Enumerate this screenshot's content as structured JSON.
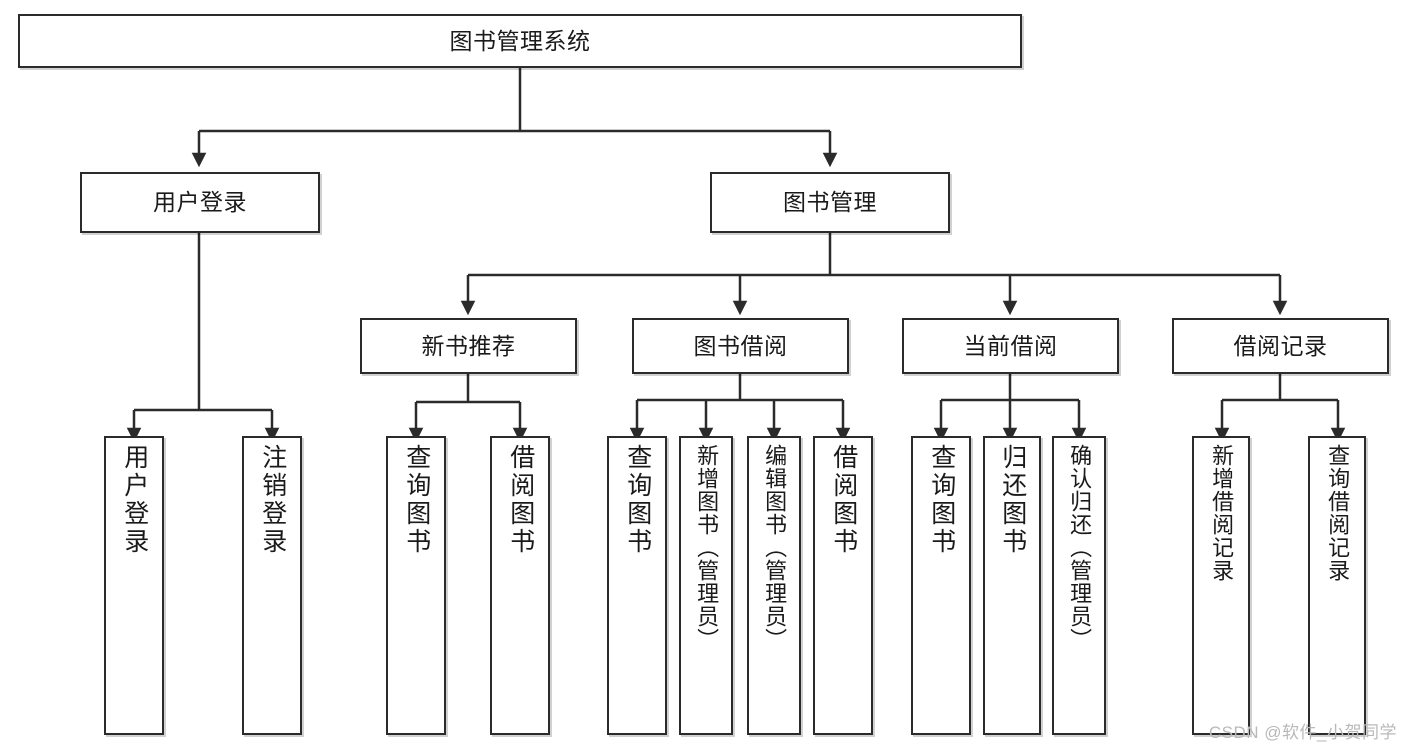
{
  "diagram": {
    "title": "图书管理系统",
    "type": "tree-hierarchy",
    "root": {
      "id": "root",
      "label": "图书管理系统",
      "orientation": "horizontal"
    },
    "level2": [
      {
        "id": "user-login",
        "label": "用户登录",
        "orientation": "horizontal"
      },
      {
        "id": "book-management",
        "label": "图书管理",
        "orientation": "horizontal"
      }
    ],
    "level3": [
      {
        "id": "new-book-recommend",
        "label": "新书推荐",
        "orientation": "horizontal",
        "parent": "book-management"
      },
      {
        "id": "book-borrow",
        "label": "图书借阅",
        "orientation": "horizontal",
        "parent": "book-management"
      },
      {
        "id": "current-borrow",
        "label": "当前借阅",
        "orientation": "horizontal",
        "parent": "book-management"
      },
      {
        "id": "borrow-record",
        "label": "借阅记录",
        "orientation": "horizontal",
        "parent": "book-management"
      }
    ],
    "leaves": [
      {
        "id": "leaf-user-login",
        "label": "用户登录",
        "parent": "user-login",
        "orientation": "vertical"
      },
      {
        "id": "leaf-logout-login",
        "label": "注销登录",
        "parent": "user-login",
        "orientation": "vertical"
      },
      {
        "id": "leaf-query-book-1",
        "label": "查询图书",
        "parent": "new-book-recommend",
        "orientation": "vertical"
      },
      {
        "id": "leaf-borrow-book-1",
        "label": "借阅图书",
        "parent": "new-book-recommend",
        "orientation": "vertical"
      },
      {
        "id": "leaf-query-book-2",
        "label": "查询图书",
        "parent": "book-borrow",
        "orientation": "vertical"
      },
      {
        "id": "leaf-add-book",
        "label": "新增图书（管理员）",
        "parent": "book-borrow",
        "orientation": "vertical"
      },
      {
        "id": "leaf-edit-book",
        "label": "编辑图书（管理员）",
        "parent": "book-borrow",
        "orientation": "vertical"
      },
      {
        "id": "leaf-borrow-book-2",
        "label": "借阅图书",
        "parent": "book-borrow",
        "orientation": "vertical"
      },
      {
        "id": "leaf-query-book-3",
        "label": "查询图书",
        "parent": "current-borrow",
        "orientation": "vertical"
      },
      {
        "id": "leaf-return-book",
        "label": "归还图书",
        "parent": "current-borrow",
        "orientation": "vertical"
      },
      {
        "id": "leaf-confirm-return",
        "label": "确认归还（管理员）",
        "parent": "current-borrow",
        "orientation": "vertical"
      },
      {
        "id": "leaf-add-borrow-record",
        "label": "新增借阅记录",
        "parent": "borrow-record",
        "orientation": "vertical"
      },
      {
        "id": "leaf-query-borrow-record",
        "label": "查询借阅记录",
        "parent": "borrow-record",
        "orientation": "vertical"
      }
    ],
    "watermark": "CSDN @软件_小贺同学",
    "colors": {
      "stroke": "#2b2b2b",
      "fill": "#ffffff",
      "text": "#1a1a1a",
      "watermark": "#b9b9b9"
    }
  }
}
